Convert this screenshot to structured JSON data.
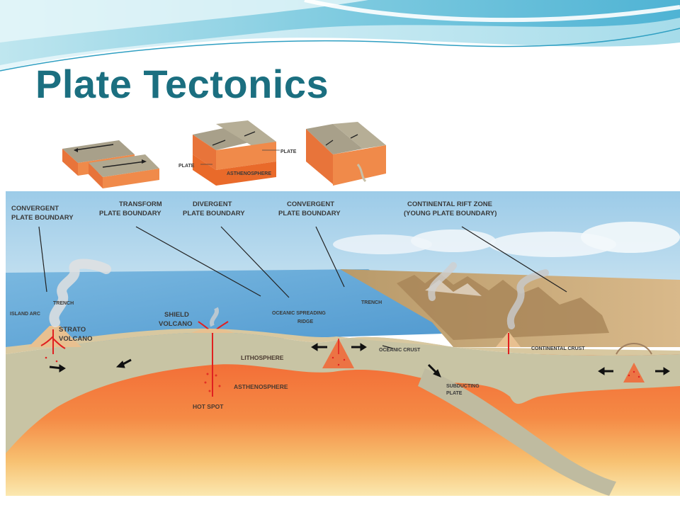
{
  "title": "Plate Tectonics",
  "small_blocks": {
    "plate_label_right": "PLATE",
    "plate_label_left": "PLATE",
    "asthenosphere_label": "ASTHENOSPHERE"
  },
  "labels": {
    "convergent_left_1": "CONVERGENT",
    "convergent_left_2": "PLATE BOUNDARY",
    "transform_1": "TRANSFORM",
    "transform_2": "PLATE BOUNDARY",
    "divergent_1": "DIVERGENT",
    "divergent_2": "PLATE BOUNDARY",
    "convergent_mid_1": "CONVERGENT",
    "convergent_mid_2": "PLATE BOUNDARY",
    "rift_1": "CONTINENTAL RIFT ZONE",
    "rift_2": "(YOUNG PLATE BOUNDARY)",
    "trench_left": "TRENCH",
    "island_arc": "ISLAND ARC",
    "strato_1": "STRATO",
    "strato_2": "VOLCANO",
    "shield_1": "SHIELD",
    "shield_2": "VOLCANO",
    "ridge_1": "OCEANIC SPREADING",
    "ridge_2": "RIDGE",
    "trench_right": "TRENCH",
    "oceanic_crust": "OCEANIC CRUST",
    "continental_crust": "CONTINENTAL CRUST",
    "lithosphere": "LITHOSPHERE",
    "asthenosphere": "ASTHENOSPHERE",
    "hot_spot": "HOT SPOT",
    "subducting_1": "SUBDUCTING",
    "subducting_2": "PLATE"
  },
  "colors": {
    "title": "#1b6f80",
    "ocean": "#5aa5d6",
    "lithosphere": "#c8c4a4",
    "asthenosphere": "#f0793e",
    "magma": "#e02020",
    "land": "#c9a674"
  }
}
